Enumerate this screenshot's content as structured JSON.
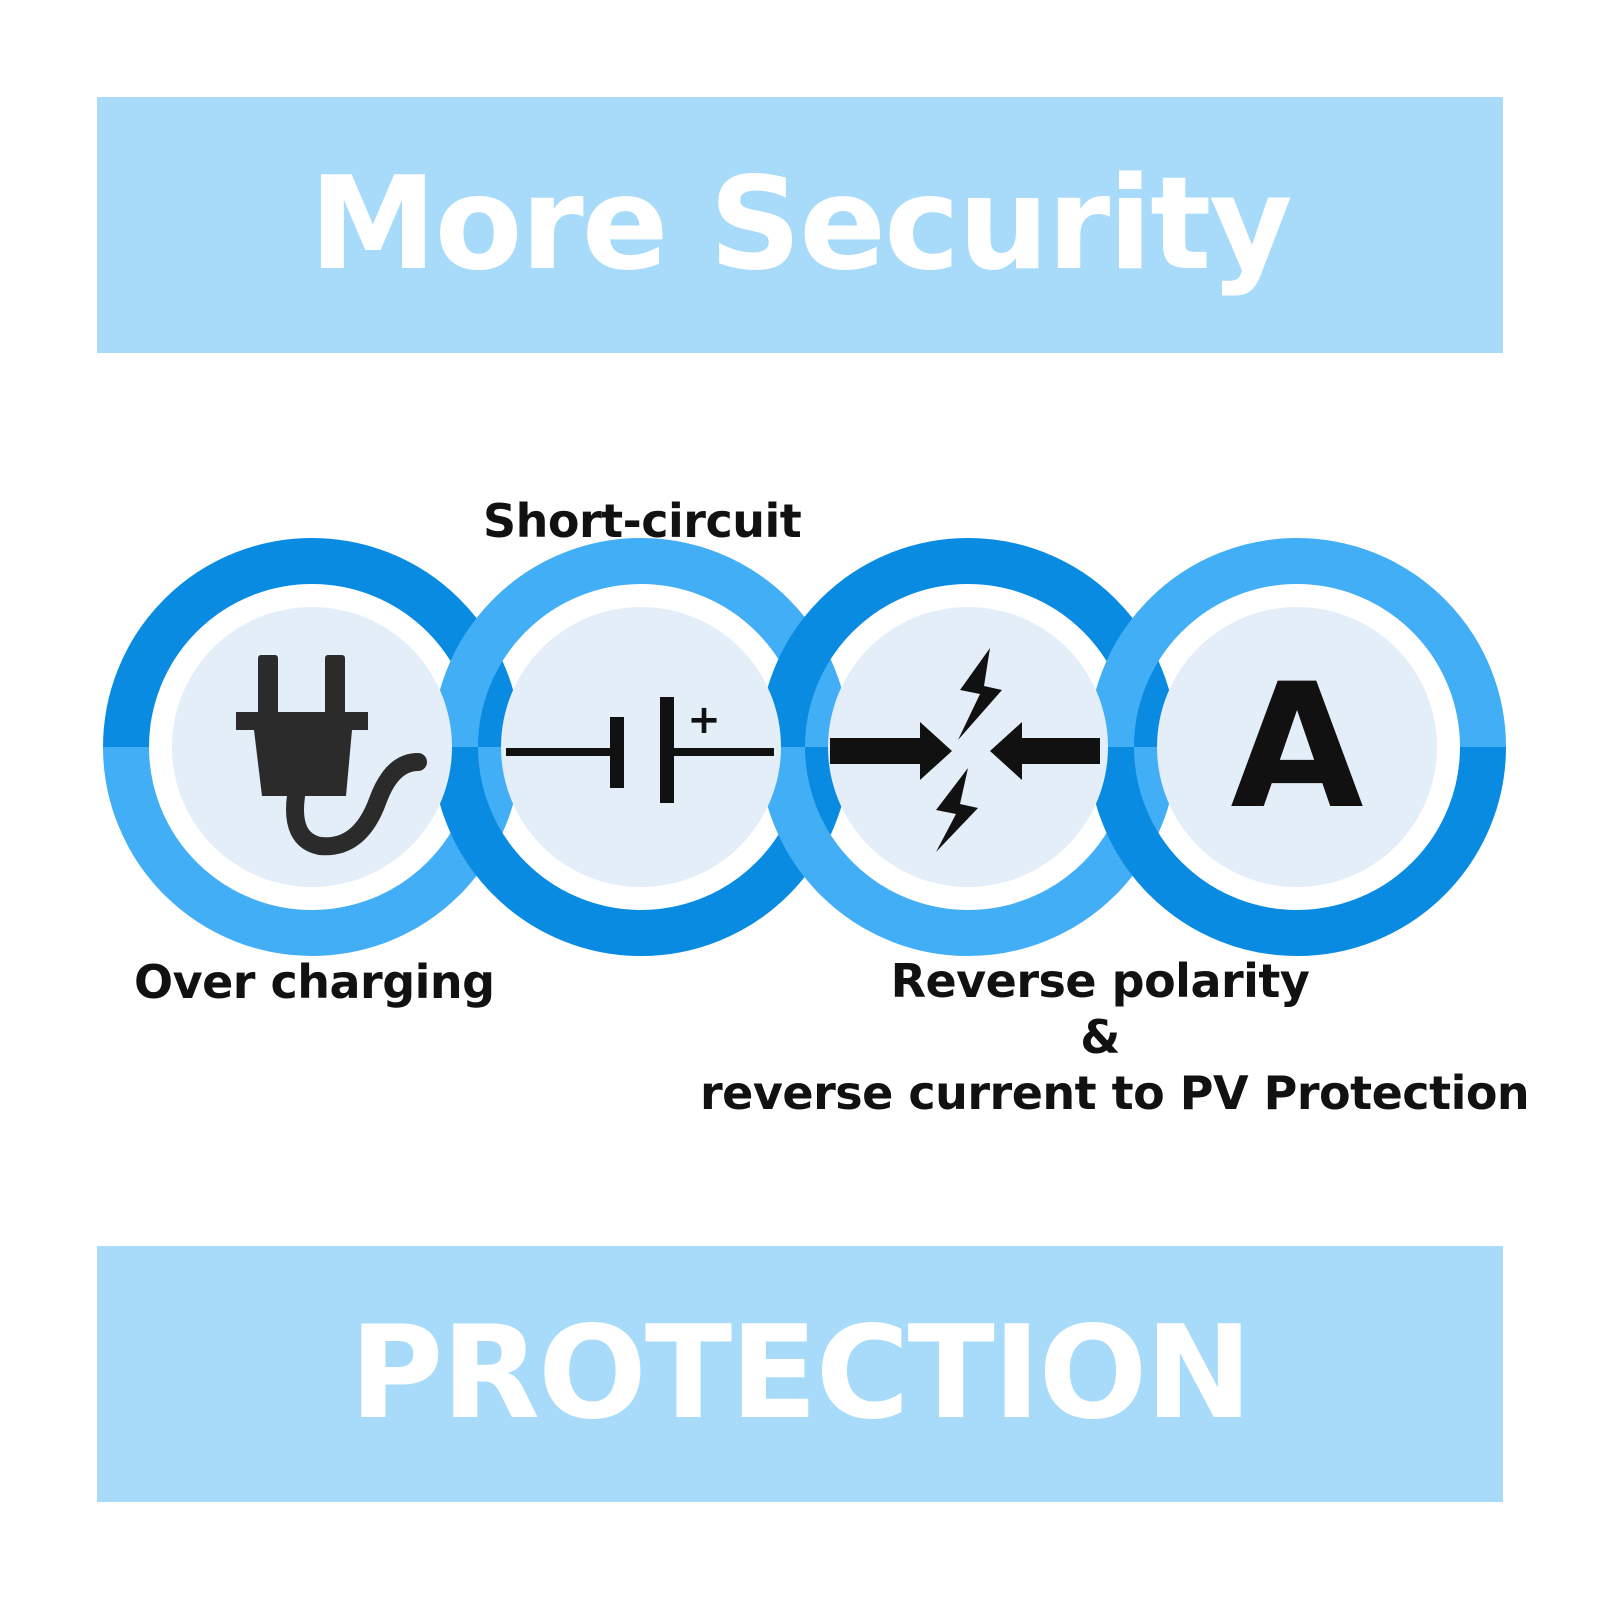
{
  "header": {
    "title": "More Security"
  },
  "footer": {
    "title": "PROTECTION"
  },
  "features": [
    {
      "label": "Over charging",
      "icon": "plug-icon"
    },
    {
      "label": "Short-circuit",
      "icon": "capacitor-icon"
    },
    {
      "label": "Reverse polarity",
      "label_2": "&",
      "label_3": "reverse current to PV Protection",
      "icon": "opposing-arrows-lightning-icon"
    },
    {
      "label": "",
      "icon": "letter-a-icon",
      "icon_text": "A"
    }
  ],
  "colors": {
    "banner": "#a7dbf9",
    "ring_dark": "#0a8be2",
    "ring_light": "#42aef5",
    "circle_fill": "#e3eef8",
    "icon": "#111111",
    "plug": "#2b2b2b"
  }
}
